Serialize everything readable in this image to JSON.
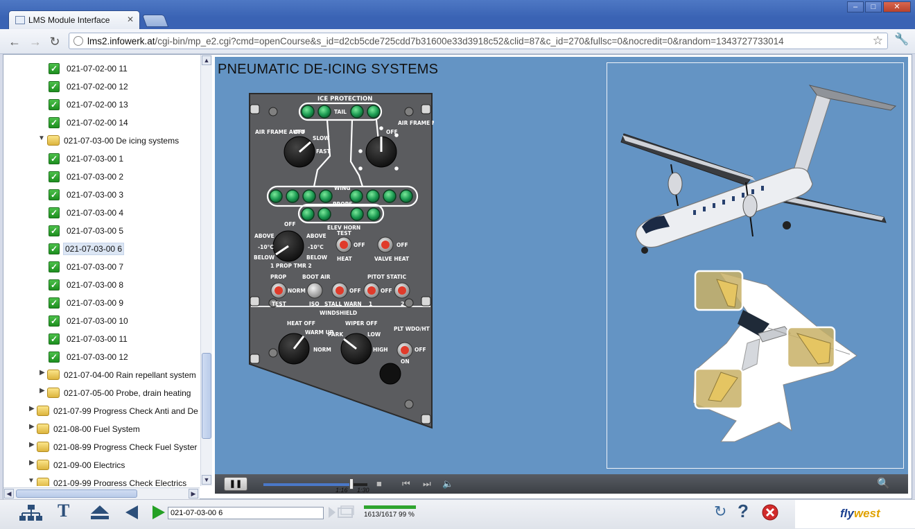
{
  "browser": {
    "tab_title": "LMS Module Interface",
    "url_host": "lms2.infowerk.at",
    "url_path": "/cgi-bin/mp_e2.cgi?cmd=openCourse&s_id=d2cb5cde725cdd7b31600e33d3918c52&clid=87&c_id=270&fullsc=0&nocredit=0&random=1343727733014"
  },
  "tree": {
    "items": [
      {
        "label": "021-07-02-00 11",
        "type": "done"
      },
      {
        "label": "021-07-02-00 12",
        "type": "done"
      },
      {
        "label": "021-07-02-00 13",
        "type": "done"
      },
      {
        "label": "021-07-02-00 14",
        "type": "done"
      },
      {
        "label": "021-07-03-00 De icing systems",
        "type": "folder-open"
      },
      {
        "label": "021-07-03-00 1",
        "type": "done"
      },
      {
        "label": "021-07-03-00 2",
        "type": "done"
      },
      {
        "label": "021-07-03-00 3",
        "type": "done"
      },
      {
        "label": "021-07-03-00 4",
        "type": "done"
      },
      {
        "label": "021-07-03-00 5",
        "type": "done"
      },
      {
        "label": "021-07-03-00 6",
        "type": "done-selected"
      },
      {
        "label": "021-07-03-00 7",
        "type": "done"
      },
      {
        "label": "021-07-03-00 8",
        "type": "done"
      },
      {
        "label": "021-07-03-00 9",
        "type": "done"
      },
      {
        "label": "021-07-03-00 10",
        "type": "done"
      },
      {
        "label": "021-07-03-00 11",
        "type": "done"
      },
      {
        "label": "021-07-03-00 12",
        "type": "done"
      },
      {
        "label": "021-07-04-00 Rain repellant system",
        "type": "folder-closed"
      },
      {
        "label": "021-07-05-00 Probe, drain heating",
        "type": "folder-closed"
      },
      {
        "label": "021-07-99 Progress Check Anti and De",
        "type": "folder-closed-l1"
      },
      {
        "label": "021-08-00 Fuel System",
        "type": "folder-closed-l1"
      },
      {
        "label": "021-08-99 Progress Check Fuel Syster",
        "type": "folder-closed-l1"
      },
      {
        "label": "021-09-00 Electrics",
        "type": "folder-closed-l1"
      },
      {
        "label": "021-09-99 Progress Check Electrics",
        "type": "folder-open-l1"
      }
    ]
  },
  "stage": {
    "title": "PNEUMATIC DE-ICING SYSTEMS",
    "panel_labels": {
      "ice_protection": "ICE PROTECTION",
      "tail": "TAIL",
      "air_frame_auto": "AIR FRAME AUTO",
      "off": "OFF",
      "slow": "SLOW",
      "fast": "FAST",
      "air_frame_manual": "AIR FRAME MANUAL",
      "wing": "WING",
      "props": "PROPS",
      "elev_horn": "ELEV HORN",
      "above": "ABOVE",
      "minus10": "-10°C",
      "below": "BELOW",
      "prop_tmr": "1  PROP TMR  2",
      "test": "TEST",
      "heat": "HEAT",
      "valve_heat": "VALVE HEAT",
      "prop": "PROP",
      "boot_air": "BOOT AIR",
      "norm": "NORM",
      "iso": "ISO",
      "stall_warn": "STALL WARN",
      "pitot_static": "PITOT STATIC",
      "one": "1",
      "two": "2",
      "windshield": "WINDSHIELD",
      "heat_off": "HEAT OFF",
      "warm_up": "WARM UP",
      "wiper_off": "WIPER OFF",
      "park": "PARK",
      "low": "LOW",
      "high": "HIGH",
      "plt_wdo_ht": "PLT WDO/HT",
      "on": "ON"
    }
  },
  "player": {
    "time_current": "1:16",
    "time_total": "1:30",
    "progress": 0.844
  },
  "footer": {
    "page_field": "021-07-03-00 6",
    "progress_text": "1613/1617 99 %",
    "progress": 0.99,
    "brand_fly": "fly",
    "brand_west": "west"
  }
}
